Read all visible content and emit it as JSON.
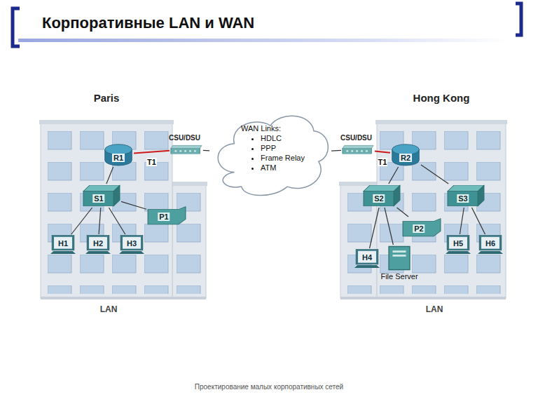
{
  "diagram": {
    "title": "Корпоративные LAN и WAN",
    "nodes": [
      {
        "text": [
          "Paris"
        ]
      },
      {
        "text": [
          "R1"
        ],
        "in": 0
      },
      {
        "text": [
          "S1"
        ],
        "in": 0
      },
      {
        "text": [
          "P1"
        ],
        "in": 0
      },
      {
        "text": [
          "H1"
        ],
        "in": 0
      },
      {
        "text": [
          "H2"
        ],
        "in": 0
      },
      {
        "text": [
          "H3"
        ],
        "in": 0
      },
      {
        "text": [
          "CSU/DSU"
        ]
      },
      {
        "text": [
          "WAN Links:",
          "HDLC",
          "PPP",
          "Frame Relay",
          "ATM"
        ]
      },
      {
        "text": [
          "CSU/DSU"
        ]
      },
      {
        "text": [
          "Hong Kong"
        ]
      },
      {
        "text": [
          "R2"
        ],
        "in": 10
      },
      {
        "text": [
          "S2"
        ],
        "in": 10
      },
      {
        "text": [
          "S3"
        ],
        "in": 10
      },
      {
        "text": [
          "P2"
        ],
        "in": 10
      },
      {
        "text": [
          "H4"
        ],
        "in": 10
      },
      {
        "text": [
          "File Server"
        ],
        "in": 10
      },
      {
        "text": [
          "H5"
        ],
        "in": 10
      },
      {
        "text": [
          "H6"
        ],
        "in": 10
      }
    ],
    "edges": [
      {
        "from": 1,
        "to": 7,
        "label": "T1",
        "arrow": "none"
      },
      {
        "from": 7,
        "to": 8,
        "arrow": "none"
      },
      {
        "from": 1,
        "to": 2,
        "arrow": "none"
      },
      {
        "from": 2,
        "to": 3,
        "arrow": "none"
      },
      {
        "from": 2,
        "to": 4,
        "arrow": "none"
      },
      {
        "from": 2,
        "to": 5,
        "arrow": "none"
      },
      {
        "from": 2,
        "to": 6,
        "arrow": "none"
      },
      {
        "from": 9,
        "to": 8,
        "arrow": "none"
      },
      {
        "from": 11,
        "to": 9,
        "label": "T1",
        "arrow": "none"
      },
      {
        "from": 11,
        "to": 12,
        "arrow": "none"
      },
      {
        "from": 11,
        "to": 13,
        "arrow": "none"
      },
      {
        "from": 12,
        "to": 14,
        "arrow": "none"
      },
      {
        "from": 12,
        "to": 15,
        "arrow": "none"
      },
      {
        "from": 12,
        "to": 16,
        "arrow": "none"
      },
      {
        "from": 13,
        "to": 17,
        "arrow": "none"
      },
      {
        "from": 13,
        "to": 18,
        "arrow": "none"
      }
    ],
    "labels": [
      "LAN",
      "LAN",
      "Проектирование малых корпоративных сетей"
    ]
  }
}
